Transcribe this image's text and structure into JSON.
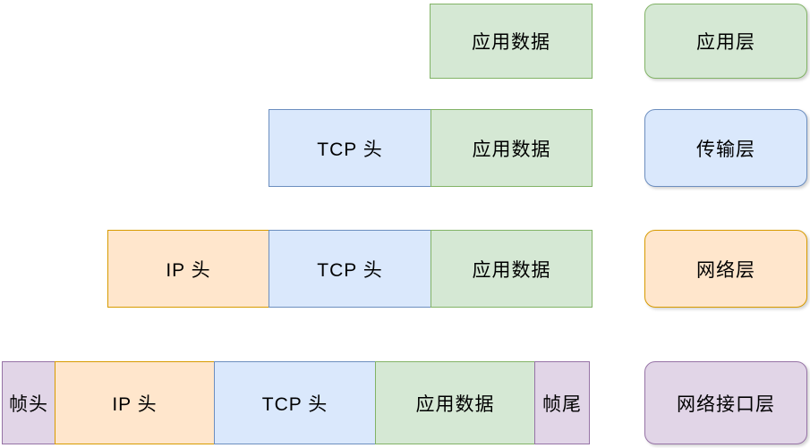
{
  "diagram": {
    "description": "TCP/IP encapsulation layers",
    "colors": {
      "green": {
        "fill": "#d5e8d4",
        "border": "#82b366"
      },
      "blue": {
        "fill": "#dae8fc",
        "border": "#6c8ebf"
      },
      "orange": {
        "fill": "#ffe6cc",
        "border": "#d79b00"
      },
      "purple": {
        "fill": "#e1d5e7",
        "border": "#9673a6"
      }
    },
    "rows": [
      {
        "layer": "应用层",
        "layer_color": "green",
        "segments": [
          {
            "label": "应用数据",
            "type": "green"
          }
        ]
      },
      {
        "layer": "传输层",
        "layer_color": "blue",
        "segments": [
          {
            "label": "TCP 头",
            "type": "blue"
          },
          {
            "label": "应用数据",
            "type": "green"
          }
        ]
      },
      {
        "layer": "网络层",
        "layer_color": "orange",
        "segments": [
          {
            "label": "IP 头",
            "type": "orange"
          },
          {
            "label": "TCP 头",
            "type": "blue"
          },
          {
            "label": "应用数据",
            "type": "green"
          }
        ]
      },
      {
        "layer": "网络接口层",
        "layer_color": "purple",
        "segments": [
          {
            "label": "帧头",
            "type": "purple"
          },
          {
            "label": "IP 头",
            "type": "orange"
          },
          {
            "label": "TCP 头",
            "type": "blue"
          },
          {
            "label": "应用数据",
            "type": "green"
          },
          {
            "label": "帧尾",
            "type": "purple"
          }
        ]
      }
    ]
  }
}
